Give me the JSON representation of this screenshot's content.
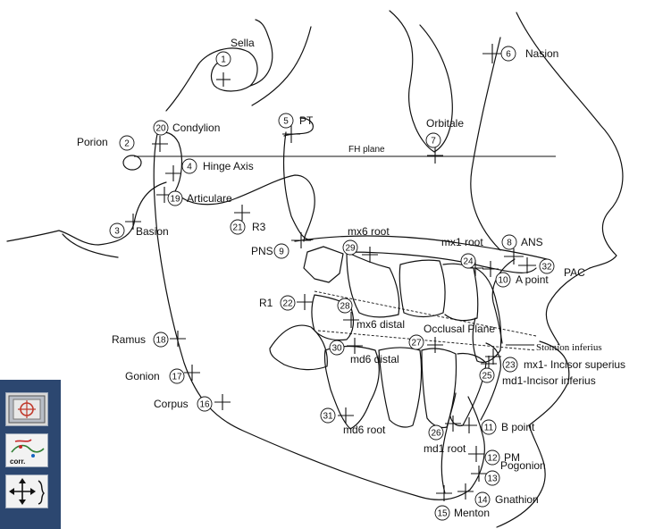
{
  "diagram": {
    "fh_plane_label": "FH plane",
    "landmarks": [
      {
        "num": "1",
        "label": "Sella"
      },
      {
        "num": "2",
        "label": "Porion"
      },
      {
        "num": "3",
        "label": "Basion"
      },
      {
        "num": "4",
        "label": "Hinge Axis"
      },
      {
        "num": "5",
        "label": "PT"
      },
      {
        "num": "6",
        "label": "Nasion"
      },
      {
        "num": "7",
        "label": "Orbitale"
      },
      {
        "num": "8",
        "label": "ANS"
      },
      {
        "num": "9",
        "label": "PNS"
      },
      {
        "num": "10",
        "label": "A point"
      },
      {
        "num": "11",
        "label": "B point"
      },
      {
        "num": "12",
        "label": "PM"
      },
      {
        "num": "13",
        "label": "Pogonion"
      },
      {
        "num": "14",
        "label": "Gnathion"
      },
      {
        "num": "15",
        "label": "Menton"
      },
      {
        "num": "16",
        "label": "Corpus"
      },
      {
        "num": "17",
        "label": "Gonion"
      },
      {
        "num": "18",
        "label": "Ramus"
      },
      {
        "num": "19",
        "label": "Articulare"
      },
      {
        "num": "20",
        "label": "Condylion"
      },
      {
        "num": "21",
        "label": "R3"
      },
      {
        "num": "22",
        "label": "R1"
      },
      {
        "num": "23",
        "label": "mx1- Incisor superius"
      },
      {
        "num": "24",
        "label": ""
      },
      {
        "num": "25",
        "label": "md1-Incisor inferius"
      },
      {
        "num": "26",
        "label": "md1 root"
      },
      {
        "num": "27",
        "label": "Occlusal Plane"
      },
      {
        "num": "28",
        "label": "mx6 distal"
      },
      {
        "num": "29",
        "label": "mx6 root"
      },
      {
        "num": "30",
        "label": "md6 distal"
      },
      {
        "num": "31",
        "label": "md6 root"
      },
      {
        "num": "32",
        "label": "PAC"
      }
    ],
    "extra_labels": {
      "mx1_root": "mx1 root",
      "stomion_inferius": "Stomion inferius"
    }
  },
  "toolbar": {
    "tools": [
      {
        "name": "target-tool",
        "icon": "crosshair-target-icon"
      },
      {
        "name": "correction-tool",
        "icon": "corr-icon",
        "label": "corr."
      },
      {
        "name": "move-tool",
        "icon": "move-arrows-icon"
      }
    ]
  }
}
